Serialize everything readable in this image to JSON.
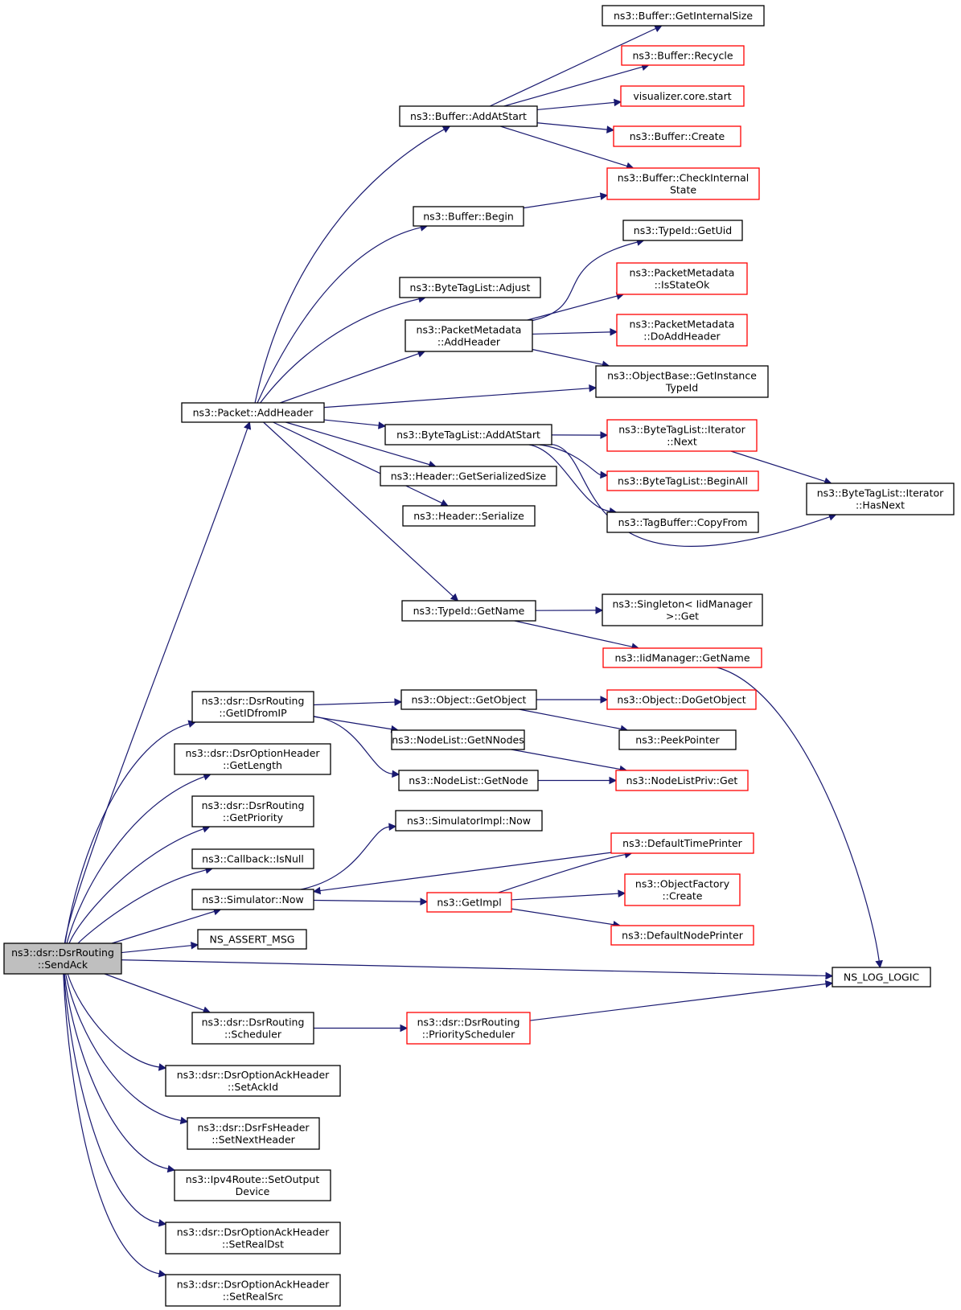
{
  "nodes": [
    {
      "id": "root",
      "lines": [
        "ns3::dsr::DsrRouting",
        "::SendAck"
      ],
      "style": "root"
    },
    {
      "id": "addheader",
      "lines": [
        "ns3::Packet::AddHeader"
      ],
      "style": "black"
    },
    {
      "id": "getidfromip",
      "lines": [
        "ns3::dsr::DsrRouting",
        "::GetIDfromIP"
      ],
      "style": "black"
    },
    {
      "id": "getlength",
      "lines": [
        "ns3::dsr::DsrOptionHeader",
        "::GetLength"
      ],
      "style": "black"
    },
    {
      "id": "getpriority",
      "lines": [
        "ns3::dsr::DsrRouting",
        "::GetPriority"
      ],
      "style": "black"
    },
    {
      "id": "isnull",
      "lines": [
        "ns3::Callback::IsNull"
      ],
      "style": "black"
    },
    {
      "id": "simnow",
      "lines": [
        "ns3::Simulator::Now"
      ],
      "style": "black"
    },
    {
      "id": "assert",
      "lines": [
        "NS_ASSERT_MSG"
      ],
      "style": "black"
    },
    {
      "id": "scheduler",
      "lines": [
        "ns3::dsr::DsrRouting",
        "::Scheduler"
      ],
      "style": "black"
    },
    {
      "id": "setackid",
      "lines": [
        "ns3::dsr::DsrOptionAckHeader",
        "::SetAckId"
      ],
      "style": "black"
    },
    {
      "id": "setnextheader",
      "lines": [
        "ns3::dsr::DsrFsHeader",
        "::SetNextHeader"
      ],
      "style": "black"
    },
    {
      "id": "setoutput",
      "lines": [
        "ns3::Ipv4Route::SetOutput",
        "Device"
      ],
      "style": "black"
    },
    {
      "id": "setrealdst",
      "lines": [
        "ns3::dsr::DsrOptionAckHeader",
        "::SetRealDst"
      ],
      "style": "black"
    },
    {
      "id": "setrealsrc",
      "lines": [
        "ns3::dsr::DsrOptionAckHeader",
        "::SetRealSrc"
      ],
      "style": "black"
    },
    {
      "id": "bufaddatstart",
      "lines": [
        "ns3::Buffer::AddAtStart"
      ],
      "style": "black"
    },
    {
      "id": "bufbegin",
      "lines": [
        "ns3::Buffer::Begin"
      ],
      "style": "black"
    },
    {
      "id": "btladjust",
      "lines": [
        "ns3::ByteTagList::Adjust"
      ],
      "style": "black"
    },
    {
      "id": "pmaddheader",
      "lines": [
        "ns3::PacketMetadata",
        "::AddHeader"
      ],
      "style": "black"
    },
    {
      "id": "btladdatstart",
      "lines": [
        "ns3::ByteTagList::AddAtStart"
      ],
      "style": "black"
    },
    {
      "id": "hdrgetsize",
      "lines": [
        "ns3::Header::GetSerializedSize"
      ],
      "style": "black"
    },
    {
      "id": "hdrserialize",
      "lines": [
        "ns3::Header::Serialize"
      ],
      "style": "black"
    },
    {
      "id": "typeidgetname",
      "lines": [
        "ns3::TypeId::GetName"
      ],
      "style": "black"
    },
    {
      "id": "objgetobject",
      "lines": [
        "ns3::Object::GetObject"
      ],
      "style": "black"
    },
    {
      "id": "nlgetnnodes",
      "lines": [
        "ns3::NodeList::GetNNodes"
      ],
      "style": "black"
    },
    {
      "id": "nlgetnode",
      "lines": [
        "ns3::NodeList::GetNode"
      ],
      "style": "black"
    },
    {
      "id": "simimplnow",
      "lines": [
        "ns3::SimulatorImpl::Now"
      ],
      "style": "black"
    },
    {
      "id": "getimpl",
      "lines": [
        "ns3::GetImpl"
      ],
      "style": "red"
    },
    {
      "id": "priosched",
      "lines": [
        "ns3::dsr::DsrRouting",
        "::PriorityScheduler"
      ],
      "style": "red"
    },
    {
      "id": "bufgetinternal",
      "lines": [
        "ns3::Buffer::GetInternalSize"
      ],
      "style": "black"
    },
    {
      "id": "bufrecycle",
      "lines": [
        "ns3::Buffer::Recycle"
      ],
      "style": "red"
    },
    {
      "id": "vizstart",
      "lines": [
        "visualizer.core.start"
      ],
      "style": "red"
    },
    {
      "id": "bufcreate",
      "lines": [
        "ns3::Buffer::Create"
      ],
      "style": "red"
    },
    {
      "id": "bufcheck",
      "lines": [
        "ns3::Buffer::CheckInternal",
        "State"
      ],
      "style": "red"
    },
    {
      "id": "typeidgetuid",
      "lines": [
        "ns3::TypeId::GetUid"
      ],
      "style": "black"
    },
    {
      "id": "pmisstateok",
      "lines": [
        "ns3::PacketMetadata",
        "::IsStateOk"
      ],
      "style": "red"
    },
    {
      "id": "pmdoaddheader",
      "lines": [
        "ns3::PacketMetadata",
        "::DoAddHeader"
      ],
      "style": "red"
    },
    {
      "id": "obgetinstance",
      "lines": [
        "ns3::ObjectBase::GetInstance",
        "TypeId"
      ],
      "style": "black"
    },
    {
      "id": "btlitnext",
      "lines": [
        "ns3::ByteTagList::Iterator",
        "::Next"
      ],
      "style": "red"
    },
    {
      "id": "btlbeginall",
      "lines": [
        "ns3::ByteTagList::BeginAll"
      ],
      "style": "red"
    },
    {
      "id": "tagbufcopy",
      "lines": [
        "ns3::TagBuffer::CopyFrom"
      ],
      "style": "black"
    },
    {
      "id": "btlithasnext",
      "lines": [
        "ns3::ByteTagList::Iterator",
        "::HasNext"
      ],
      "style": "black"
    },
    {
      "id": "singletonget",
      "lines": [
        "ns3::Singleton< IidManager",
        ">::Get"
      ],
      "style": "black"
    },
    {
      "id": "iidgetname",
      "lines": [
        "ns3::IidManager::GetName"
      ],
      "style": "red"
    },
    {
      "id": "objdogetobject",
      "lines": [
        "ns3::Object::DoGetObject"
      ],
      "style": "red"
    },
    {
      "id": "peekpointer",
      "lines": [
        "ns3::PeekPointer"
      ],
      "style": "black"
    },
    {
      "id": "nlprivget",
      "lines": [
        "ns3::NodeListPriv::Get"
      ],
      "style": "red"
    },
    {
      "id": "deftimeprinter",
      "lines": [
        "ns3::DefaultTimePrinter"
      ],
      "style": "red"
    },
    {
      "id": "objfactcreate",
      "lines": [
        "ns3::ObjectFactory",
        "::Create"
      ],
      "style": "red"
    },
    {
      "id": "defnodeprinter",
      "lines": [
        "ns3::DefaultNodePrinter"
      ],
      "style": "red"
    },
    {
      "id": "nsloglogic",
      "lines": [
        "NS_LOG_LOGIC"
      ],
      "style": "black"
    }
  ],
  "edges": [
    [
      "root",
      "addheader"
    ],
    [
      "root",
      "getidfromip"
    ],
    [
      "root",
      "getlength"
    ],
    [
      "root",
      "getpriority"
    ],
    [
      "root",
      "isnull"
    ],
    [
      "root",
      "simnow"
    ],
    [
      "root",
      "assert"
    ],
    [
      "root",
      "nsloglogic"
    ],
    [
      "root",
      "scheduler"
    ],
    [
      "root",
      "setackid"
    ],
    [
      "root",
      "setnextheader"
    ],
    [
      "root",
      "setoutput"
    ],
    [
      "root",
      "setrealdst"
    ],
    [
      "root",
      "setrealsrc"
    ],
    [
      "addheader",
      "bufaddatstart"
    ],
    [
      "addheader",
      "bufbegin"
    ],
    [
      "addheader",
      "btladjust"
    ],
    [
      "addheader",
      "pmaddheader"
    ],
    [
      "addheader",
      "obgetinstance"
    ],
    [
      "addheader",
      "btladdatstart"
    ],
    [
      "addheader",
      "hdrgetsize"
    ],
    [
      "addheader",
      "hdrserialize"
    ],
    [
      "addheader",
      "typeidgetname"
    ],
    [
      "bufaddatstart",
      "bufgetinternal"
    ],
    [
      "bufaddatstart",
      "bufrecycle"
    ],
    [
      "bufaddatstart",
      "vizstart"
    ],
    [
      "bufaddatstart",
      "bufcreate"
    ],
    [
      "bufaddatstart",
      "bufcheck"
    ],
    [
      "bufbegin",
      "bufcheck"
    ],
    [
      "pmaddheader",
      "typeidgetuid"
    ],
    [
      "pmaddheader",
      "pmisstateok"
    ],
    [
      "pmaddheader",
      "pmdoaddheader"
    ],
    [
      "pmaddheader",
      "obgetinstance"
    ],
    [
      "btladdatstart",
      "btlitnext"
    ],
    [
      "btladdatstart",
      "btlbeginall"
    ],
    [
      "btladdatstart",
      "tagbufcopy"
    ],
    [
      "btladdatstart",
      "btlithasnext"
    ],
    [
      "btlitnext",
      "btlithasnext"
    ],
    [
      "typeidgetname",
      "singletonget"
    ],
    [
      "typeidgetname",
      "iidgetname"
    ],
    [
      "iidgetname",
      "nsloglogic"
    ],
    [
      "getidfromip",
      "objgetobject"
    ],
    [
      "getidfromip",
      "nlgetnnodes"
    ],
    [
      "getidfromip",
      "nlgetnode"
    ],
    [
      "objgetobject",
      "objdogetobject"
    ],
    [
      "objgetobject",
      "peekpointer"
    ],
    [
      "nlgetnnodes",
      "nlprivget"
    ],
    [
      "nlgetnode",
      "nlprivget"
    ],
    [
      "simnow",
      "simimplnow"
    ],
    [
      "simnow",
      "getimpl"
    ],
    [
      "deftimeprinter",
      "simnow"
    ],
    [
      "getimpl",
      "deftimeprinter"
    ],
    [
      "getimpl",
      "objfactcreate"
    ],
    [
      "getimpl",
      "defnodeprinter"
    ],
    [
      "scheduler",
      "priosched"
    ],
    [
      "priosched",
      "nsloglogic"
    ]
  ]
}
